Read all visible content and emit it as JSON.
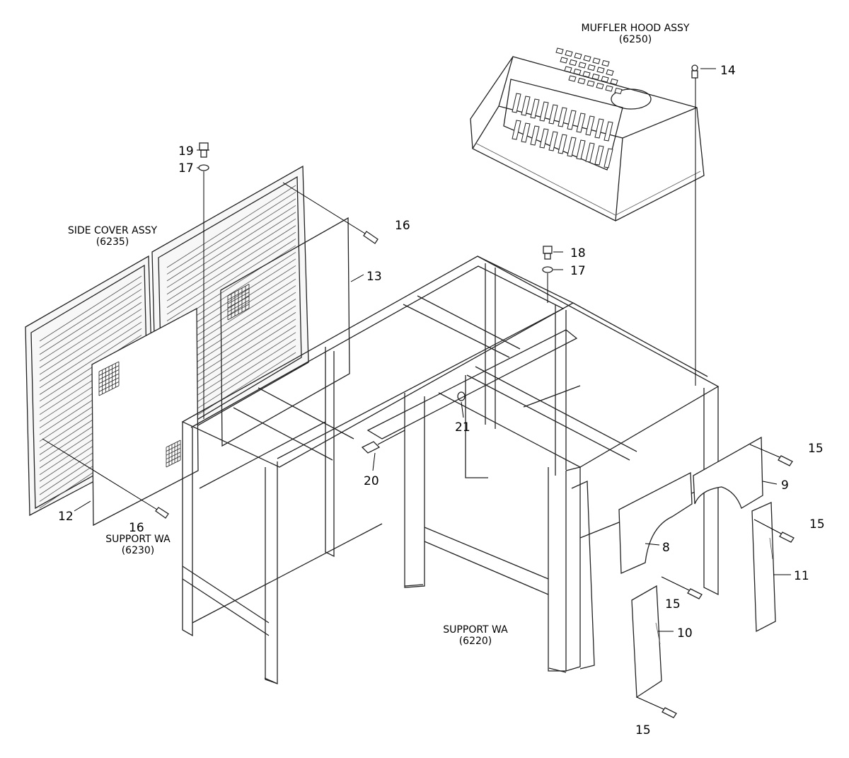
{
  "diagram": {
    "assemblies": {
      "muffler_hood": {
        "name": "MUFFLER HOOD ASSY",
        "code": "(6250)"
      },
      "side_cover": {
        "name": "SIDE COVER ASSY",
        "code": "(6235)"
      },
      "support_left": {
        "name": "SUPPORT WA",
        "code": "(6230)"
      },
      "support_right": {
        "name": "SUPPORT WA",
        "code": "(6220)"
      }
    },
    "part_numbers": {
      "p8": "8",
      "p9": "9",
      "p10": "10",
      "p11": "11",
      "p12": "12",
      "p13": "13",
      "p14": "14",
      "p15a": "15",
      "p15b": "15",
      "p15c": "15",
      "p15d": "15",
      "p16a": "16",
      "p16b": "16",
      "p17a": "17",
      "p17b": "17",
      "p18": "18",
      "p19": "19",
      "p20": "20",
      "p21": "21"
    },
    "colors": {
      "line": "#222222",
      "background": "#ffffff"
    }
  }
}
